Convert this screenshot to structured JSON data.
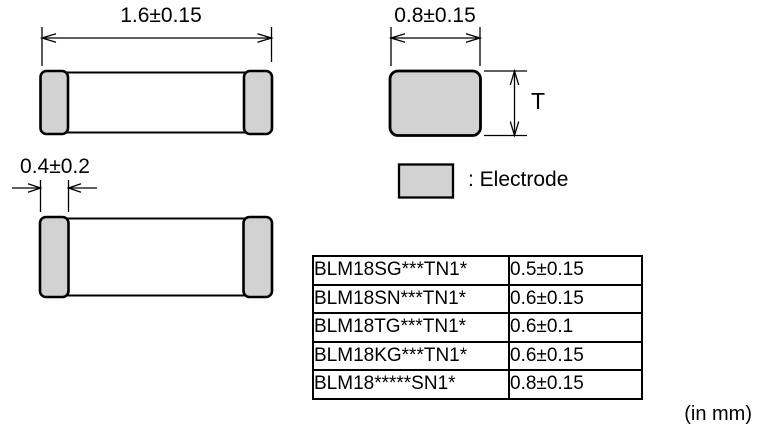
{
  "drawing": {
    "length_dimension": "1.6±0.15",
    "width_dimension": "0.8±0.15",
    "electrode_width_dimension": "0.4±0.2",
    "thickness_symbol": "T",
    "legend_label": ": Electrode",
    "unit_note": "(in mm)",
    "colors": {
      "electrode_fill": "#d2d2d2",
      "line": "#000000"
    }
  },
  "thickness_table": {
    "rows": [
      {
        "part_number": "BLM18SG***TN1*",
        "thickness": "0.5±0.15"
      },
      {
        "part_number": "BLM18SN***TN1*",
        "thickness": "0.6±0.15"
      },
      {
        "part_number": "BLM18TG***TN1*",
        "thickness": "0.6±0.1"
      },
      {
        "part_number": "BLM18KG***TN1*",
        "thickness": "0.6±0.15"
      },
      {
        "part_number": "BLM18*****SN1*",
        "thickness": "0.8±0.15"
      }
    ]
  }
}
